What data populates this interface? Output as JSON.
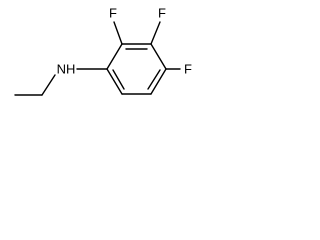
{
  "molecule": {
    "atoms": {
      "f_top_left": "F",
      "f_top_right": "F",
      "f_right": "F",
      "amine": "NH"
    },
    "colors": {
      "bond": "#000000",
      "label": "#000000",
      "background": "#ffffff"
    }
  }
}
